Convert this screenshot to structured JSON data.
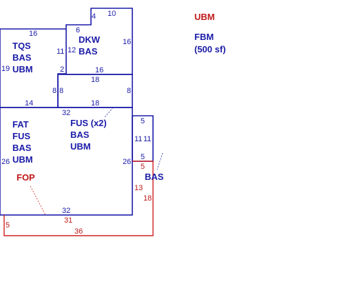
{
  "legend": {
    "ubm": "UBM",
    "fbm": "FBM",
    "fbm_area": "(500 sf)"
  },
  "colors": {
    "blue": "#1a1aa8",
    "red": "#d02020"
  },
  "areas": {
    "tqs": [
      "TQS",
      "BAS",
      "UBM"
    ],
    "dkw": [
      "DKW",
      "BAS"
    ],
    "main": [
      "FAT",
      "FUS",
      "BAS",
      "UBM"
    ],
    "fus_x2": [
      "FUS (x2)",
      "BAS",
      "UBM"
    ],
    "fop": "FOP",
    "bas_side": "BAS"
  },
  "dims": {
    "dkw_top_10": "10",
    "dkw_notch_4": "4",
    "dkw_6": "6",
    "dkw_right_16": "16",
    "dkw_left_12": "12",
    "dkw_bottom_16": "16",
    "tqs_top_16": "16",
    "tqs_left_19": "19",
    "tqs_right_11": "11",
    "tqs_2": "2",
    "tqs_8": "8",
    "tqs_bottom_14": "14",
    "mid_top_18": "18",
    "mid_left_8": "8",
    "mid_right_8": "8",
    "mid_bottom_18": "18",
    "main_top_32": "32",
    "main_left_26": "26",
    "main_right_26": "26",
    "main_bottom_32": "32",
    "side_top_5": "5",
    "side_left_11": "11",
    "side_right_11": "11",
    "side_bottom_5": "5",
    "fop_5_top": "5",
    "fop_13": "13",
    "fop_18": "18",
    "fop_31": "31",
    "fop_5_left": "5",
    "fop_36": "36"
  }
}
